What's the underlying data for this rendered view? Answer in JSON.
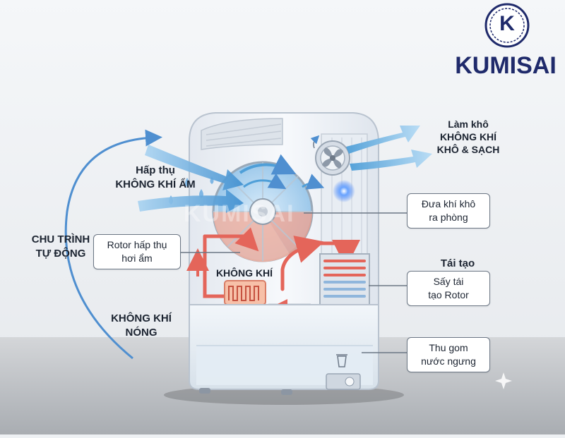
{
  "brand": {
    "name": "KUMISAI",
    "logo_letter": "K"
  },
  "watermark": "KUMISAI",
  "labels": {
    "absorb_line1": "Hấp thụ",
    "absorb_line2": "KHÔNG KHÍ ẨM",
    "dry_line1": "Làm khô",
    "dry_line2": "KHÔNG KHÍ",
    "dry_line3": "KHÔ & SẠCH",
    "cycle_line1": "CHU TRÌNH",
    "cycle_line2": "TỰ ĐỘNG",
    "hot_line1": "KHÔNG KHÍ",
    "hot_line2": "NÓNG",
    "air_center": "KHÔNG KHÍ",
    "regen_title": "Tái tạo"
  },
  "callouts": {
    "rotor": {
      "line1": "Rotor hấp thụ",
      "line2": "hơi ẩm"
    },
    "supply": {
      "line1": "Đưa khí khô",
      "line2": "ra phòng"
    },
    "regen": {
      "line1": "Sấy tái",
      "line2": "tạo Rotor"
    },
    "collect": {
      "line1": "Thu gom",
      "line2": "nước ngưng"
    }
  },
  "colors": {
    "cool_arrow": "#4f9fd8",
    "warm_arrow": "#e4655a",
    "body": "#f4f6f9",
    "brand": "#1f2a6b",
    "rotor_red": "#f0a08d",
    "led": "#3d7cf5"
  },
  "icons": [
    "fan-icon",
    "water-drop-icon",
    "recycle-bin-icon",
    "sparkle-icon"
  ]
}
